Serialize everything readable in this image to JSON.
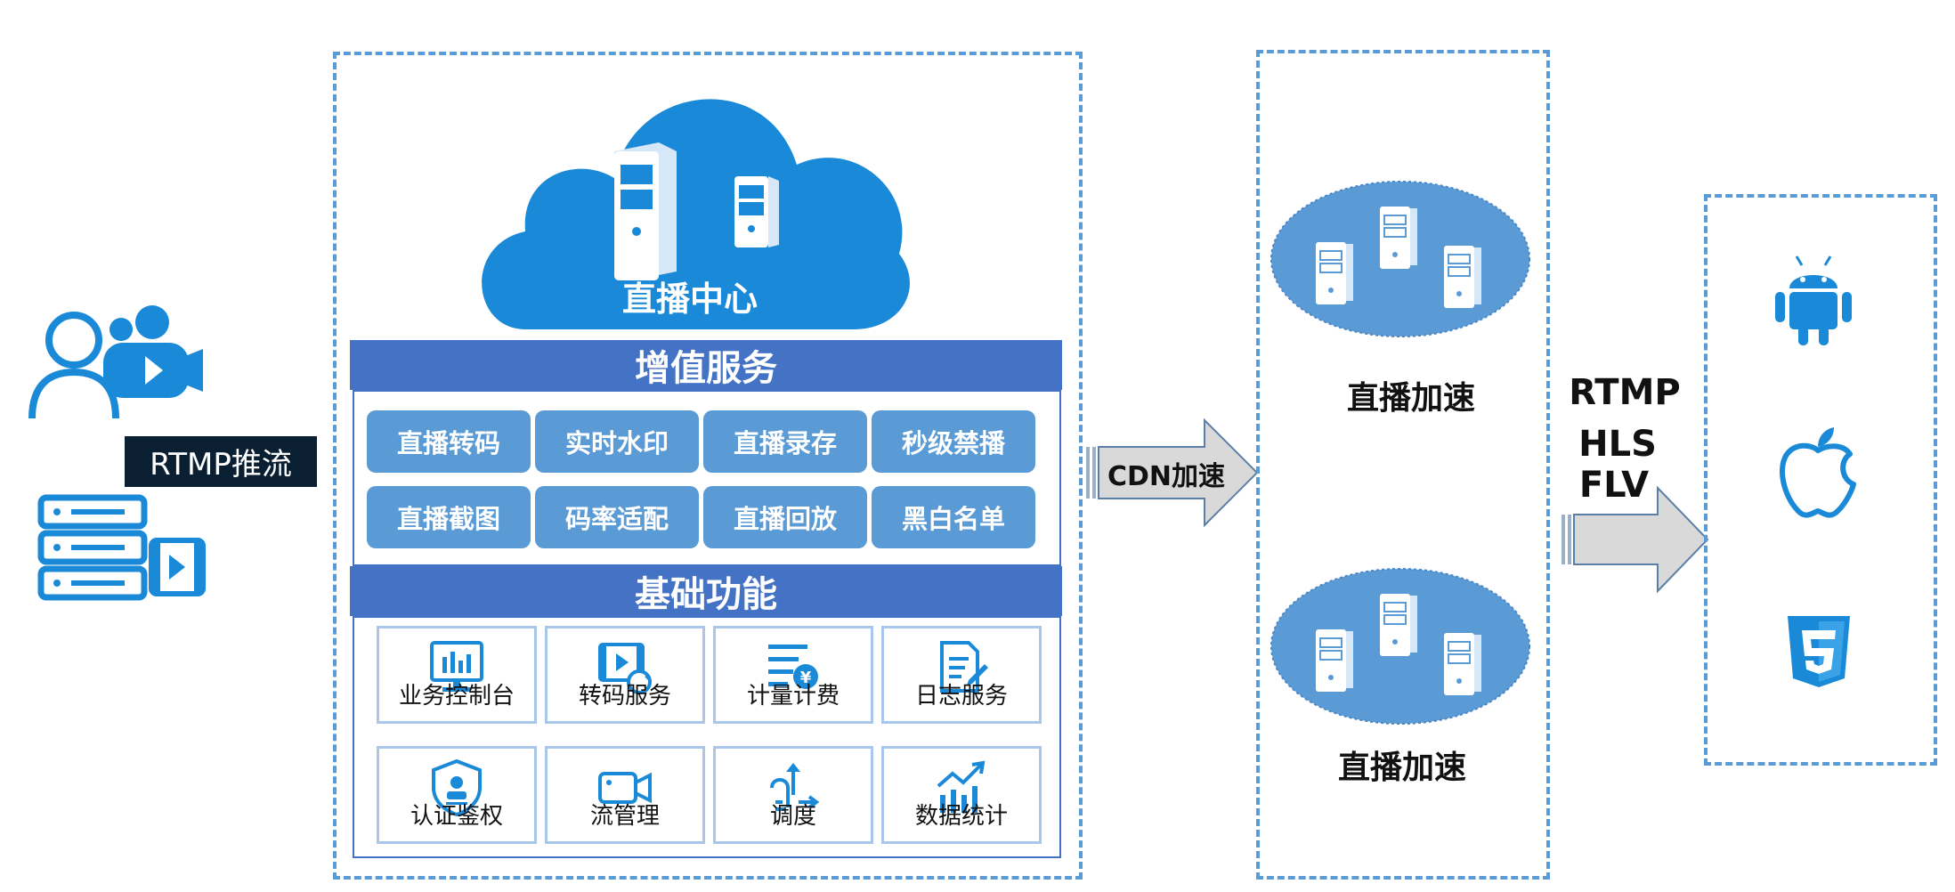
{
  "colors": {
    "accent": "#4472c4",
    "light_accent": "#5b9bd5",
    "icon_blue": "#1a8ad8",
    "dark_label_bg": "#0b1f33"
  },
  "source": {
    "push_label": "RTMP推流"
  },
  "center": {
    "cloud_label": "直播中心",
    "value_added": {
      "title": "增值服务",
      "items": [
        "直播转码",
        "实时水印",
        "直播录存",
        "秒级禁播",
        "直播截图",
        "码率适配",
        "直播回放",
        "黑白名单"
      ]
    },
    "basic": {
      "title": "基础功能",
      "items": [
        {
          "label": "业务控制台",
          "icon": "console-monitor-icon"
        },
        {
          "label": "转码服务",
          "icon": "video-transcode-icon"
        },
        {
          "label": "计量计费",
          "icon": "billing-icon"
        },
        {
          "label": "日志服务",
          "icon": "log-document-icon"
        },
        {
          "label": "认证鉴权",
          "icon": "auth-shield-icon"
        },
        {
          "label": "流管理",
          "icon": "camera-icon"
        },
        {
          "label": "调度",
          "icon": "schedule-arrows-icon"
        },
        {
          "label": "数据统计",
          "icon": "stats-chart-icon"
        }
      ]
    }
  },
  "cdn": {
    "arrow_label": "CDN加速",
    "node_top": "直播加速",
    "node_bottom": "直播加速"
  },
  "protocols": [
    "RTMP",
    "HLS",
    "FLV"
  ],
  "clients": [
    "android-icon",
    "apple-icon",
    "html5-icon"
  ]
}
